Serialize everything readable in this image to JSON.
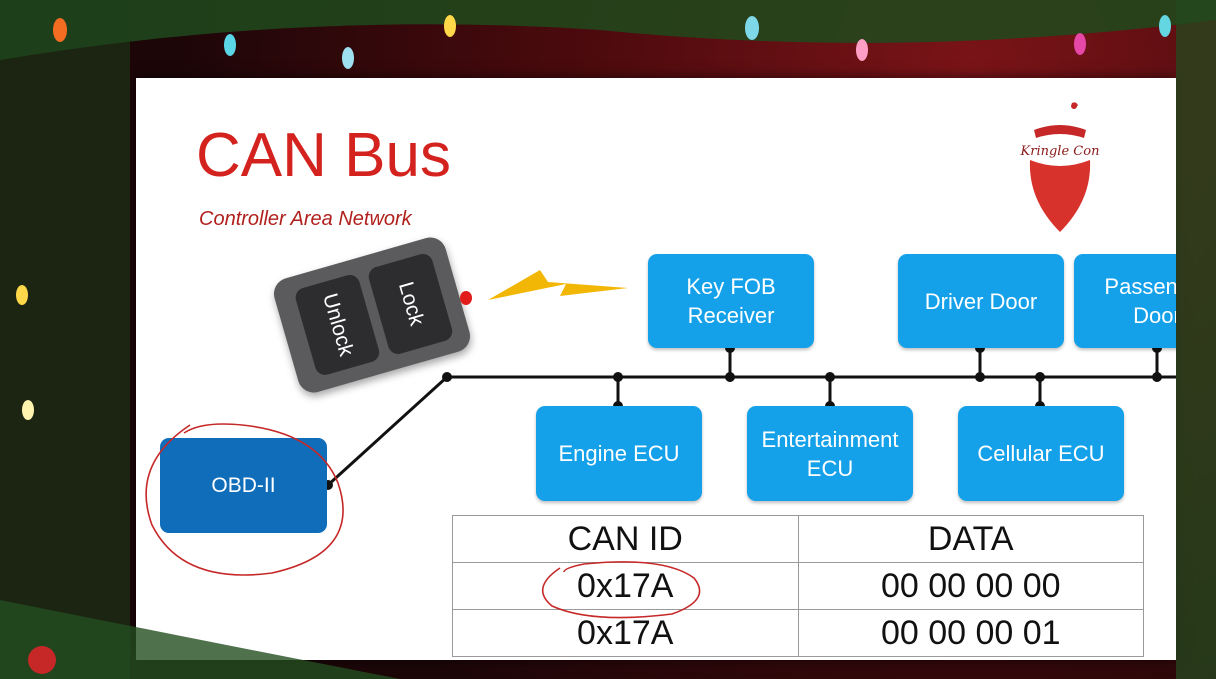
{
  "slide": {
    "title": "CAN Bus",
    "subtitle": "Controller Area Network",
    "logo_text": "Kringle Con"
  },
  "key_fob": {
    "unlock_label": "Unlock",
    "lock_label": "Lock"
  },
  "nodes": {
    "key_fob_receiver": "Key FOB\nReceiver",
    "driver_door": "Driver Door",
    "passenger_door": "Passenger\nDoor",
    "engine_ecu": "Engine ECU",
    "entertainment_ecu": "Entertainment\nECU",
    "cellular_ecu": "Cellular ECU",
    "obd": "OBD-II"
  },
  "table": {
    "headers": [
      "CAN ID",
      "DATA"
    ],
    "rows": [
      [
        "0x17A",
        "00 00 00 00"
      ],
      [
        "0x17A",
        "00 00 00 01"
      ]
    ]
  },
  "colors": {
    "title_red": "#d4231f",
    "node_blue": "#14a1ea",
    "obd_blue": "#0f6dba",
    "annotation_red": "#c62828",
    "lightning_yellow": "#f2b705"
  }
}
